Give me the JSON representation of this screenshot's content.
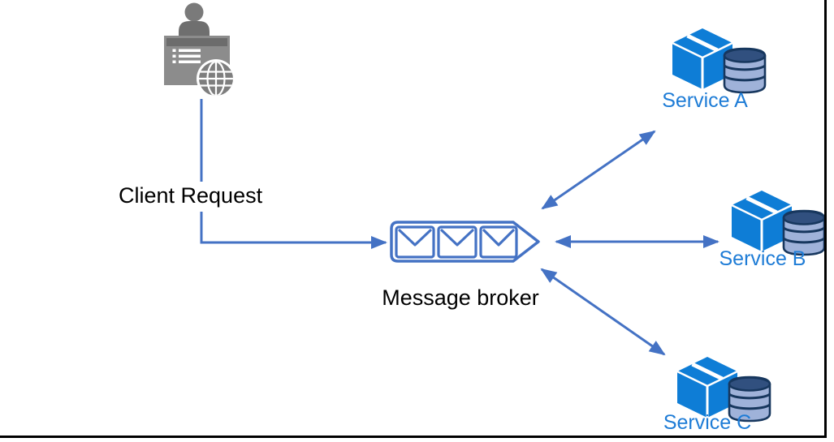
{
  "diagram": {
    "client": {
      "label": "Client Request",
      "icon": "client-browser-globe-icon"
    },
    "broker": {
      "label": "Message broker",
      "icon": "message-queue-icon",
      "envelope_count": 3
    },
    "services": [
      {
        "id": "service-a",
        "label": "Service A",
        "icon": "package-box-database-icon"
      },
      {
        "id": "service-b",
        "label": "Service B",
        "icon": "package-box-database-icon"
      },
      {
        "id": "service-c",
        "label": "Service C",
        "icon": "package-box-database-icon"
      }
    ],
    "connections": [
      {
        "from": "client",
        "to": "broker",
        "type": "one-way-elbow-arrow"
      },
      {
        "from": "broker",
        "to": "service-a",
        "type": "two-way-arrow"
      },
      {
        "from": "broker",
        "to": "service-b",
        "type": "two-way-arrow"
      },
      {
        "from": "broker",
        "to": "service-c",
        "type": "two-way-arrow"
      }
    ],
    "colors": {
      "connector_blue": "#4472C4",
      "client_gray": "#7E7E7E",
      "service_box_blue": "#0E7DD6",
      "service_label_blue": "#1E7CD6",
      "database_dark_navy": "#17375E",
      "database_light_blue": "#9FB2D9",
      "label_text_black": "#000000",
      "frame_border_black": "#000000",
      "background_white": "#FFFFFF"
    }
  }
}
